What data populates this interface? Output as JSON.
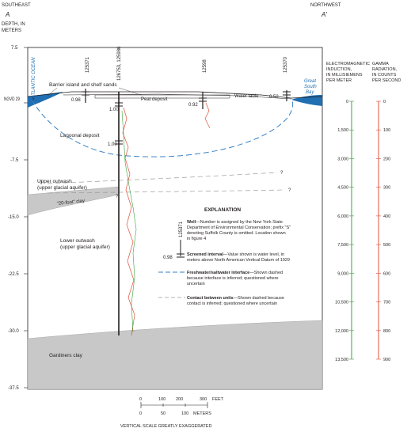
{
  "header": {
    "left_dir": "SOUTHEAST",
    "right_dir": "NORTHWEST",
    "left_mark": "A",
    "right_mark": "A'",
    "depth_label_1": "DEPTH, IN",
    "depth_label_2": "METERS"
  },
  "depth_ticks": [
    "7.5",
    "NGVD 29",
    "-7.5",
    "-15.0",
    "-22.5",
    "-30.0",
    "-37.5"
  ],
  "wells": {
    "w1": "125371",
    "w2": "126753, 125986",
    "w3": "12598",
    "w4": "125370"
  },
  "water_levels": {
    "wl1": "0.98",
    "wl2": "1.00",
    "wl3": "0.92",
    "wl4": "0.52",
    "wl5": "1.00"
  },
  "features": {
    "ocean": "ATLANTIC OCEAN",
    "bay_1": "Great",
    "bay_2": "South",
    "bay_3": "Bay",
    "barrier": "Barrier island and shelf sands",
    "peat": "Peat deposit",
    "water_table": "Water table",
    "lagoonal": "Lagoonal deposit",
    "upper_outwash_1": "Upper outwash",
    "upper_outwash_2": "(upper glacial aquifer)",
    "clay20": "\"20-foot\" clay",
    "lower_outwash_1": "Lower outwash",
    "lower_outwash_2": "(upper glacial aquifer)",
    "gardiners": "Gardiners clay",
    "q": "?"
  },
  "emi": {
    "title": [
      "ELECTROMAGNETIC",
      "INDUCTION,",
      "IN MILLISIEMENS",
      "PER METER"
    ],
    "ticks": [
      "0",
      "1,500",
      "3,000",
      "4,500",
      "6,000",
      "7,500",
      "9,000",
      "10,500",
      "12,000",
      "13,500"
    ],
    "color": "#3aa23a"
  },
  "gamma": {
    "title": [
      "GAMMA",
      "RADIATION,",
      "IN COUNTS",
      "PER SECOND"
    ],
    "ticks": [
      "0",
      "100",
      "200",
      "300",
      "400",
      "500",
      "600",
      "700",
      "800",
      "900"
    ],
    "color": "#e0503a"
  },
  "explanation": {
    "title": "EXPLANATION",
    "well_example": "125371",
    "well_head": "Well",
    "well_text": [
      "—Number is assigned by the New York State",
      "Department of Environmental Conservation; prefix \"S\"",
      "denoting Suffolk County is omitted. Location shown",
      "in figure 4"
    ],
    "screen_value": "0.98",
    "screen_head": "Screened interval",
    "screen_text": [
      "—Value shown is water level, in",
      "meters above North American Vertical Datum of 1929"
    ],
    "fw_head": "Freshwater/saltwater interface",
    "fw_text": [
      "—Shown dashed",
      "because interface is inferred; questioned where",
      "uncertain"
    ],
    "contact_head": "Contact between units",
    "contact_text": [
      "—Shown dashed because",
      "contact is inferred; questioned where uncertain"
    ]
  },
  "scale": {
    "feet_ticks": [
      "0",
      "100",
      "200",
      "300"
    ],
    "feet_unit": "FEET",
    "meter_ticks": [
      "0",
      "50",
      "100"
    ],
    "meter_unit": "METERS",
    "note": "VERTICAL SCALE GREATLY EXAGGERATED"
  },
  "colors": {
    "clay": "#c8c8c8",
    "water": "#1f6fb2",
    "interface": "#3a82c4",
    "emi": "#3aa23a",
    "gamma": "#e0503a"
  }
}
